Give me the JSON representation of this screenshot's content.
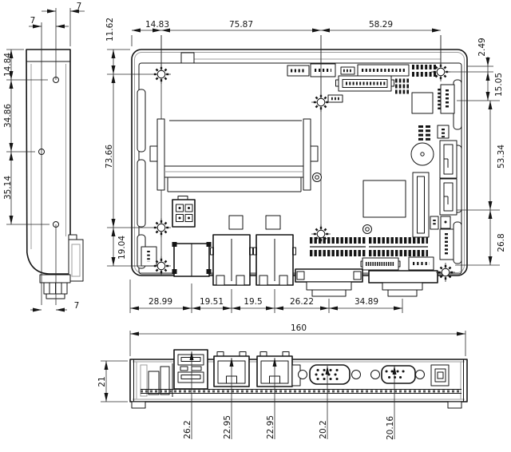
{
  "drawing": {
    "kind": "2D CAD dimensional drawing of an embedded motherboard, three views",
    "units": "mm",
    "colors": {
      "line": "#141414",
      "thin_line": "#9d9d9d",
      "dimension": "#2a2a2a",
      "background": "#ffffff"
    },
    "side_view": {
      "name": "left side profile view",
      "dims": {
        "hole_to_right_edge": "7",
        "hole_columns_gap": "7",
        "top_to_hole1": "14.84",
        "hole1_to_hole2": "34.86",
        "hole2_to_hole3": "35.14",
        "bottom_hole_to_connector": "7"
      }
    },
    "top_view": {
      "name": "board top view",
      "dims_top": {
        "edge_to_hole": "14.83",
        "hole_span_left": "75.87",
        "hole_span_right": "58.29"
      },
      "dims_left": {
        "top_edge_to_hole": "11.62",
        "hole_column_span": "73.66",
        "hole_to_lower_hole": "19.04"
      },
      "dims_right": {
        "edge_offset": "2.49",
        "hole_to_connector": "15.05",
        "connector_span": "53.34",
        "lower_span": "26.8"
      },
      "dims_bottom": {
        "edge_to_usb": "28.99",
        "usb_to_lan1": "19.51",
        "lan1_to_lan2": "19.5",
        "lan2_to_vga": "26.22",
        "vga_to_com": "34.89"
      }
    },
    "front_view": {
      "name": "front I/O panel view",
      "overall_width": "160",
      "overall_height": "21",
      "port_heights": {
        "usb": "26.2",
        "lan1": "22.95",
        "lan2": "22.95",
        "vga": "20.2",
        "com": "20.16"
      },
      "ports": [
        "dual-usb-stack",
        "rj45-lan-1",
        "rj45-lan-2",
        "vga-db15",
        "serial-db9",
        "dc-jack"
      ]
    }
  }
}
